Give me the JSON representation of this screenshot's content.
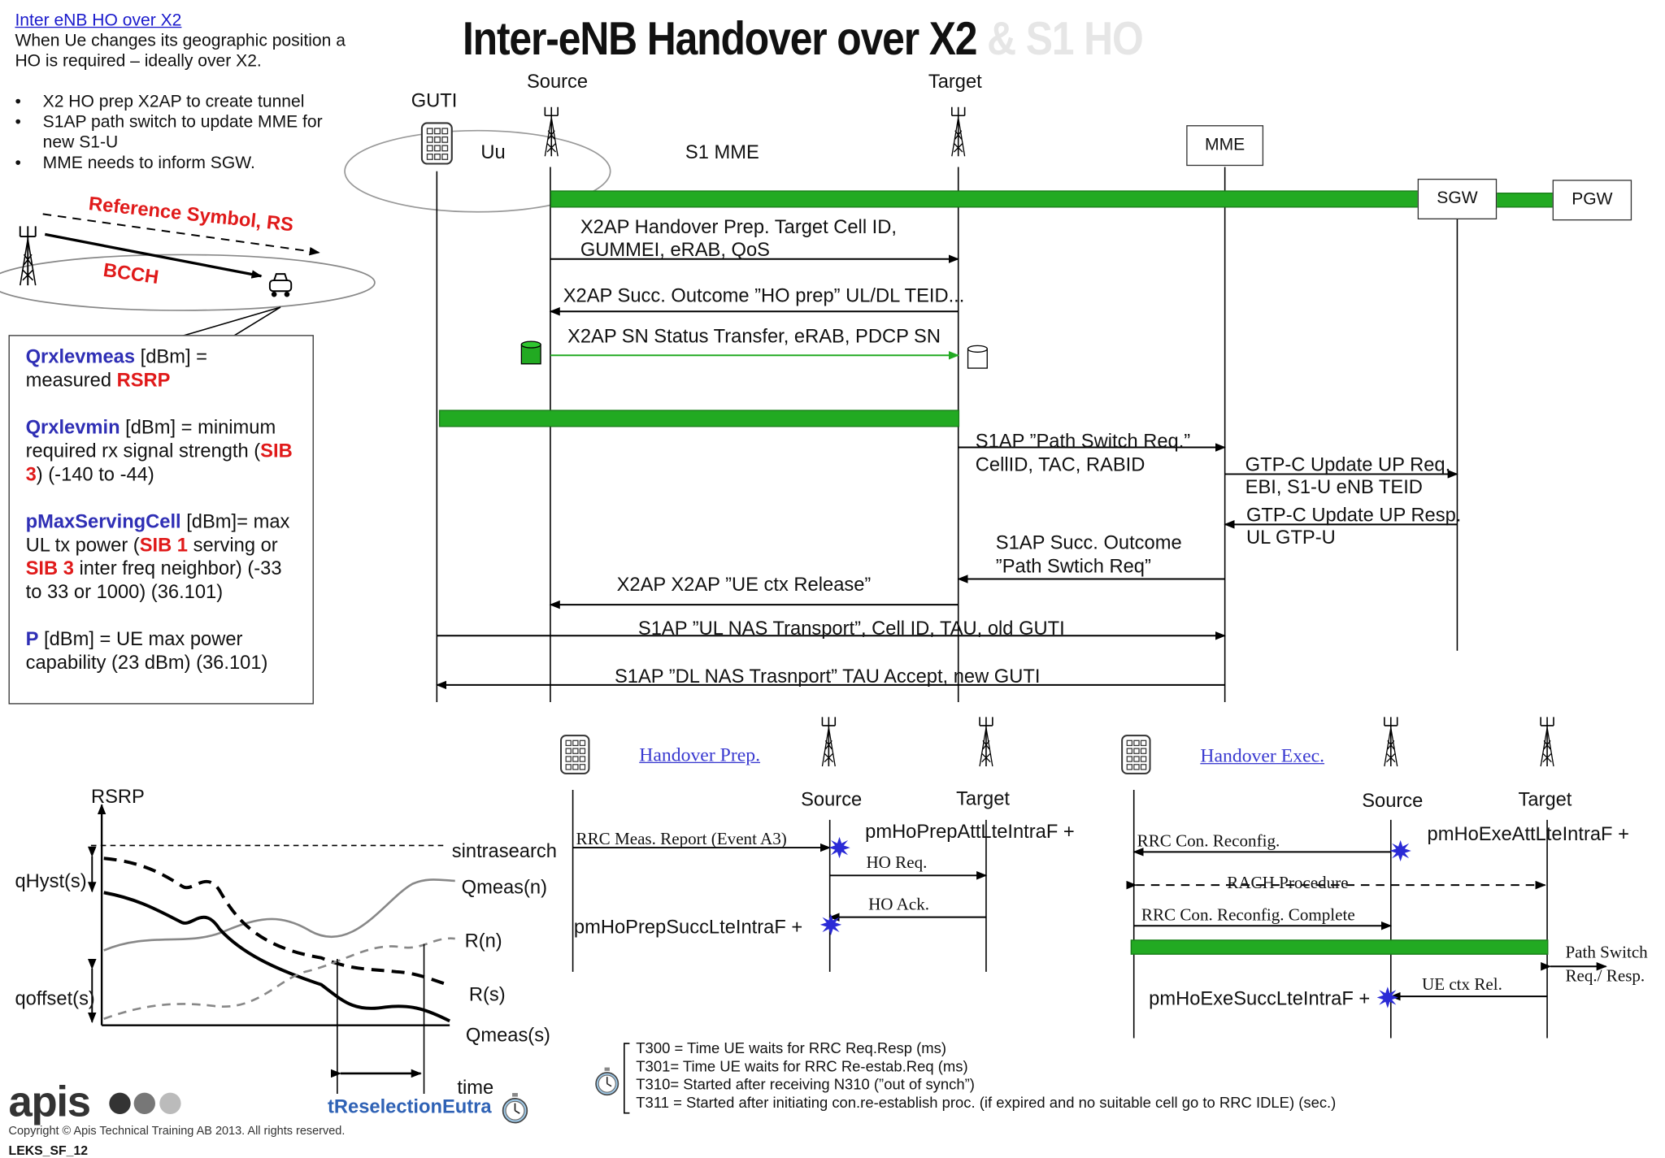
{
  "title": {
    "main": "Inter-eNB  Handover over X2",
    "ghost": " & S1 HO"
  },
  "intro": {
    "link": "Inter eNB HO over X2",
    "line1": "When Ue changes its geographic position a",
    "line2": "HO is required – ideally over X2.",
    "bullets": [
      "X2 HO prep X2AP to create tunnel",
      "S1AP path switch to update MME for",
      "new S1-U",
      "MME needs to inform SGW."
    ]
  },
  "radio": {
    "rs": "Reference Symbol, RS",
    "bcch": "BCCH"
  },
  "params": {
    "qrxlevmeas": {
      "name": "Qrxlevmeas",
      "t1": " [dBm] =",
      "t2": "measured ",
      "rsrp": "RSRP"
    },
    "qrxlevmin": {
      "name": "Qrxlevmin",
      "t1": " [dBm] = minimum",
      "t2": "required rx signal strength (",
      "sib": "SIB",
      "sib2": "3",
      "t3": ") (-140 to -44)"
    },
    "pmax": {
      "name": "pMaxServingCell",
      "t1": " [dBm]= max",
      "t2": "UL tx power (",
      "sib1": "SIB 1",
      "t3": " serving or",
      "sib3": "SIB 3",
      "t4": " inter freq neighbor) (-33",
      "t5": "to 33 or 1000) (36.101)"
    },
    "p": {
      "name": "P",
      "t1": " [dBm] = UE max power",
      "t2": "capability (23 dBm) (36.101)"
    }
  },
  "seq": {
    "nodes": {
      "guti": "GUTI",
      "source": "Source",
      "target": "Target",
      "uu": "Uu",
      "s1mme": "S1 MME",
      "mme": "MME",
      "sgw": "SGW",
      "pgw": "PGW"
    },
    "messages": {
      "m1a": "X2AP Handover Prep. Target Cell ID,",
      "m1b": "GUMMEI, eRAB, QoS",
      "m2": "X2AP Succ. Outcome ”HO prep” UL/DL TEID...",
      "m3": "X2AP SN Status Transfer, eRAB, PDCP SN",
      "m4a": "S1AP ”Path Switch Req.”",
      "m4b": "CellID, TAC, RABID",
      "m5a": "GTP-C Update UP Req.",
      "m5b": "EBI, S1-U eNB TEID",
      "m6a": "GTP-C Update UP Resp.",
      "m6b": "UL GTP-U",
      "m7a": "S1AP Succ. Outcome",
      "m7b": "”Path Swtich Req”",
      "m8": "X2AP X2AP ”UE ctx Release”",
      "m9": "S1AP ”UL NAS Transport”, Cell ID, TAU, old GUTI",
      "m10": "S1AP ”DL NAS Trasnport” TAU Accept, new GUTI"
    }
  },
  "graph": {
    "rsrp": "RSRP",
    "sintrasearch": "sintrasearch",
    "qmeasn": "Qmeas(n)",
    "rn": "R(n)",
    "rs": "R(s)",
    "qmeass": "Qmeas(s)",
    "qhyst": "qHyst(s)",
    "qoffset": "qoffset(s)",
    "time": "time",
    "tresel": "tReselectionEutra"
  },
  "prep": {
    "title": "Handover Prep.",
    "source": "Source",
    "target": "Target",
    "meas": "RRC Meas. Report (Event A3)",
    "att": "pmHoPrepAttLteIntraF +",
    "req": "HO Req.",
    "ack": "HO Ack.",
    "succ": "pmHoPrepSuccLteIntraF +"
  },
  "exec": {
    "title": "Handover Exec.",
    "source": "Source",
    "target": "Target",
    "reconf": "RRC Con. Reconfig.",
    "att": "pmHoExeAttLteIntraF +",
    "rach": "RACH Procedure",
    "complete": "RRC Con. Reconfig. Complete",
    "ps1": "Path Switch",
    "ps2": "Req./ Resp.",
    "ctxrel": "UE ctx Rel.",
    "succ": "pmHoExeSuccLteIntraF +"
  },
  "timers": [
    "T300 = Time UE waits for RRC Req.Resp (ms)",
    "T301= Time UE waits for RRC Re-estab.Req (ms)",
    "T310= Started after receiving N310 (”out of synch”)",
    "T311 = Started after initiating con.re-establish proc. (if expired and no suitable cell go to RRC IDLE) (sec.)"
  ],
  "footer": {
    "logo": "apis",
    "copyright": "Copyright © Apis Technical Training AB 2013. All rights reserved.",
    "code": "LEKS_SF_12"
  },
  "colors": {
    "green": "#22aa22",
    "blue": "#2f2fb5",
    "red": "#e01a1a",
    "burst": "#2a2ad6"
  },
  "icons": [
    "antenna-icon",
    "phone-icon",
    "ue-car-icon",
    "database-icon",
    "stopwatch-icon",
    "burst-icon"
  ]
}
